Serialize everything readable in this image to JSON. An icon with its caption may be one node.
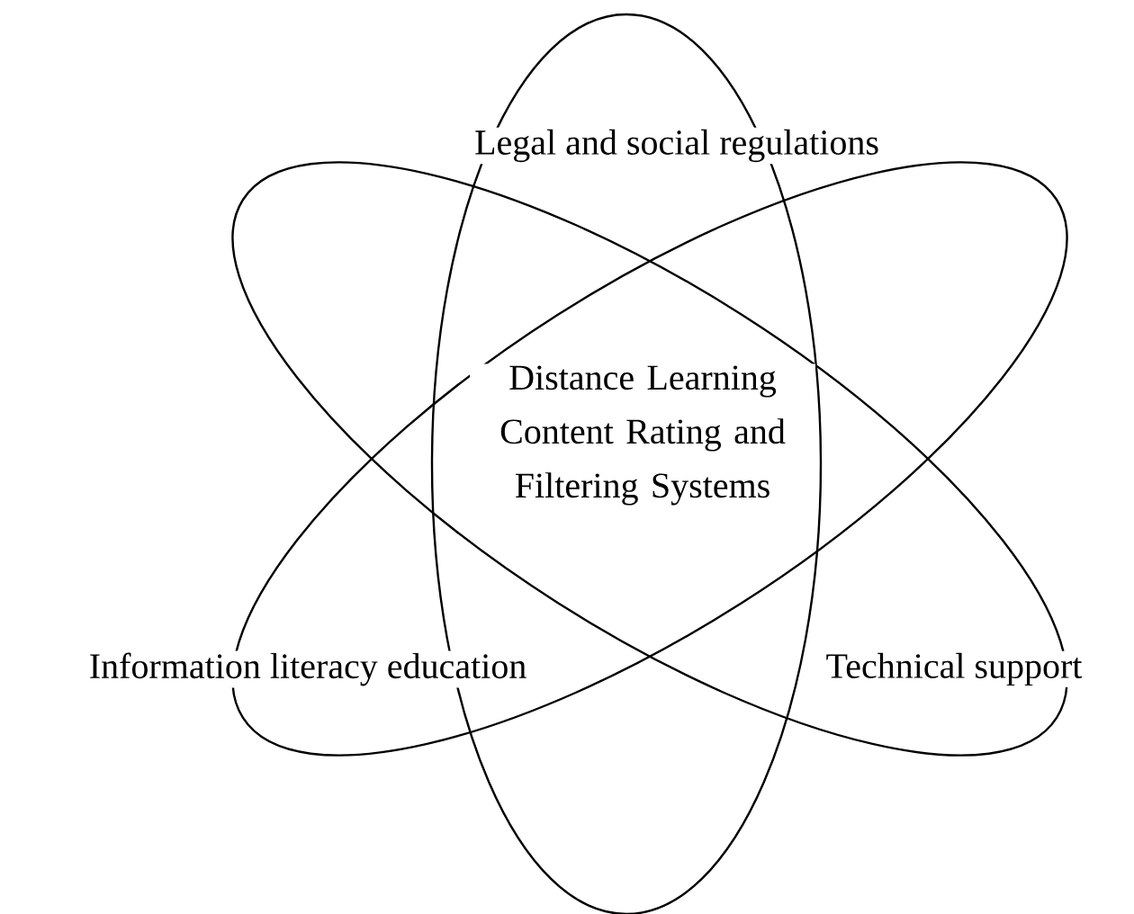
{
  "diagram": {
    "nodes": [
      {
        "text": [
          "Legal and social regulations"
        ]
      },
      {
        "text": [
          "Information literacy education"
        ]
      },
      {
        "text": [
          "Technical support"
        ]
      }
    ],
    "labels": [
      "Distance Learning Content Rating and Filtering Systems"
    ]
  }
}
